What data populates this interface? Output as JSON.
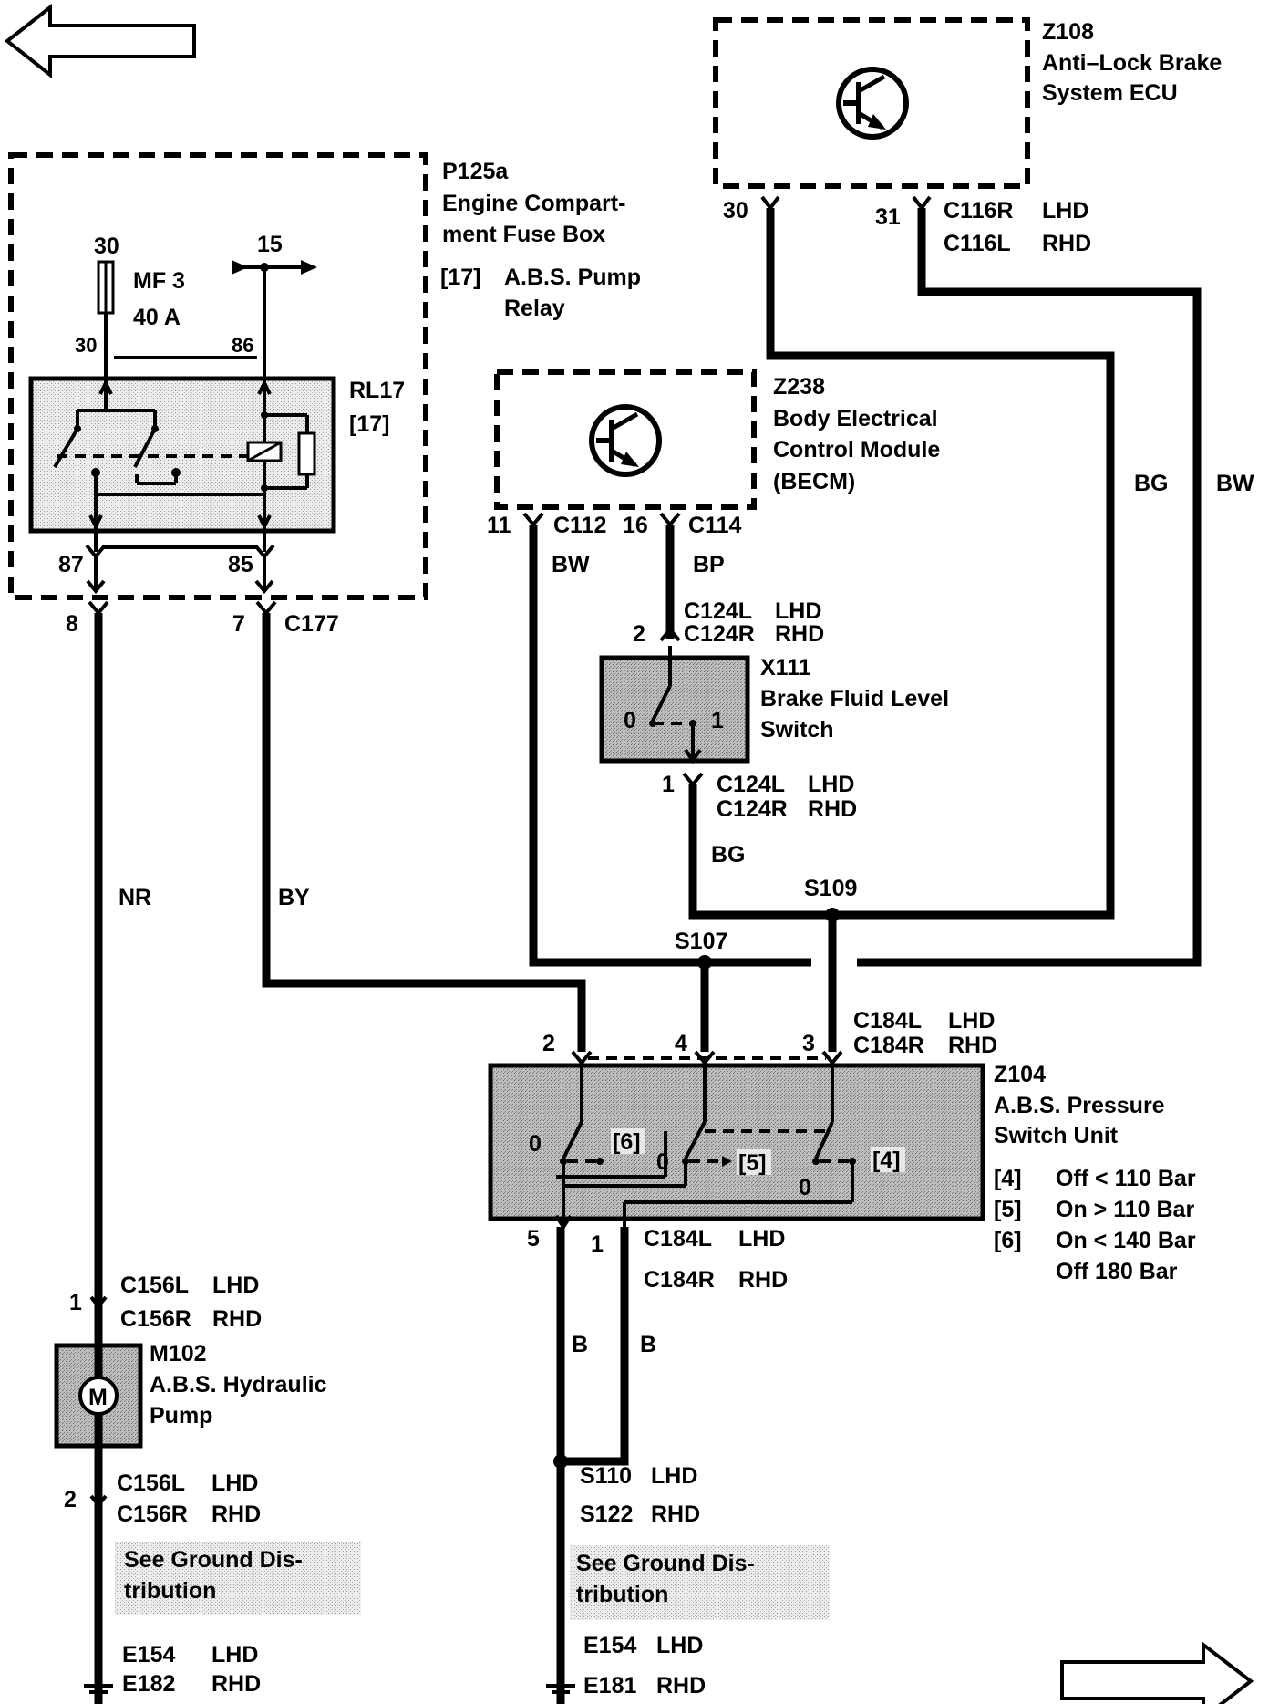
{
  "fuse_box": {
    "id": "P125a",
    "name_line1": "Engine Compart-",
    "name_line2": "ment Fuse Box",
    "relay_ref": "[17]",
    "relay_name_line1": "A.B.S. Pump",
    "relay_name_line2": "Relay",
    "fuse_id": "MF 3",
    "fuse_rating": "40 A",
    "pin_30_top": "30",
    "pin_15": "15",
    "pin_30": "30",
    "pin_86": "86",
    "pin_87": "87",
    "pin_85": "85"
  },
  "relay": {
    "id": "RL17",
    "ref": "[17]"
  },
  "connector_c177": {
    "id": "C177",
    "pin_8": "8",
    "pin_7": "7"
  },
  "abs_ecu": {
    "id": "Z108",
    "name_line1": "Anti–Lock Brake",
    "name_line2": "System ECU",
    "pin_30": "30",
    "pin_31": "31",
    "conn_lhd": "C116R",
    "conn_rhd": "C116L",
    "lhd": "LHD",
    "rhd": "RHD"
  },
  "becm": {
    "id": "Z238",
    "name_line1": "Body Electrical",
    "name_line2": "Control Module",
    "name_line3": "(BECM)",
    "pin_11": "11",
    "conn_c112": "C112",
    "pin_16": "16",
    "conn_c114": "C114"
  },
  "brake_switch": {
    "id": "X111",
    "name_line1": "Brake Fluid Level",
    "name_line2": "Switch",
    "pin_2": "2",
    "pin_1": "1",
    "state_0": "0",
    "state_1": "1",
    "conn_top_lhd": "C124L",
    "conn_top_rhd": "C124R",
    "conn_bot_lhd": "C124L",
    "conn_bot_rhd": "C124R",
    "lhd": "LHD",
    "rhd": "RHD"
  },
  "pressure_unit": {
    "id": "Z104",
    "name_line1": "A.B.S. Pressure",
    "name_line2": "Switch Unit",
    "pin_2": "2",
    "pin_4": "4",
    "pin_3": "3",
    "pin_5": "5",
    "pin_1": "1",
    "conn_top_lhd": "C184L",
    "conn_top_rhd": "C184R",
    "conn_bot_lhd": "C184L",
    "conn_bot_rhd": "C184R",
    "lhd": "LHD",
    "rhd": "RHD",
    "sw_tags": [
      "[6]",
      "[5]",
      "[4]"
    ],
    "sw_zero": "0",
    "notes": [
      {
        "tag": "[4]",
        "text": "Off < 110 Bar"
      },
      {
        "tag": "[5]",
        "text": "On > 110 Bar"
      },
      {
        "tag": "[6]",
        "text": "On < 140 Bar"
      },
      {
        "tag": "",
        "text": "Off 180 Bar"
      }
    ]
  },
  "pump": {
    "id": "M102",
    "name_line1": "A.B.S. Hydraulic",
    "name_line2": "Pump",
    "motor_letter": "M",
    "pin_1": "1",
    "pin_2": "2",
    "conn_top_lhd": "C156L",
    "conn_top_rhd": "C156R",
    "conn_bot_lhd": "C156L",
    "conn_bot_rhd": "C156R",
    "lhd": "LHD",
    "rhd": "RHD"
  },
  "wire_colors": {
    "nr": "NR",
    "by": "BY",
    "bw_becm": "BW",
    "bp": "BP",
    "bg_switch": "BG",
    "bg_ecu": "BG",
    "bw_ecu": "BW",
    "b_left": "B",
    "b_right": "B"
  },
  "splices": {
    "s109": "S109",
    "s107": "S107",
    "s110": "S110",
    "s122": "S122",
    "lhd": "LHD",
    "rhd": "RHD"
  },
  "grounds": {
    "see_line1": "See Ground Dis-",
    "see_line2": "tribution",
    "left_lhd": "E154",
    "left_rhd": "E182",
    "right_lhd": "E154",
    "right_rhd": "E181",
    "lhd": "LHD",
    "rhd": "RHD"
  }
}
